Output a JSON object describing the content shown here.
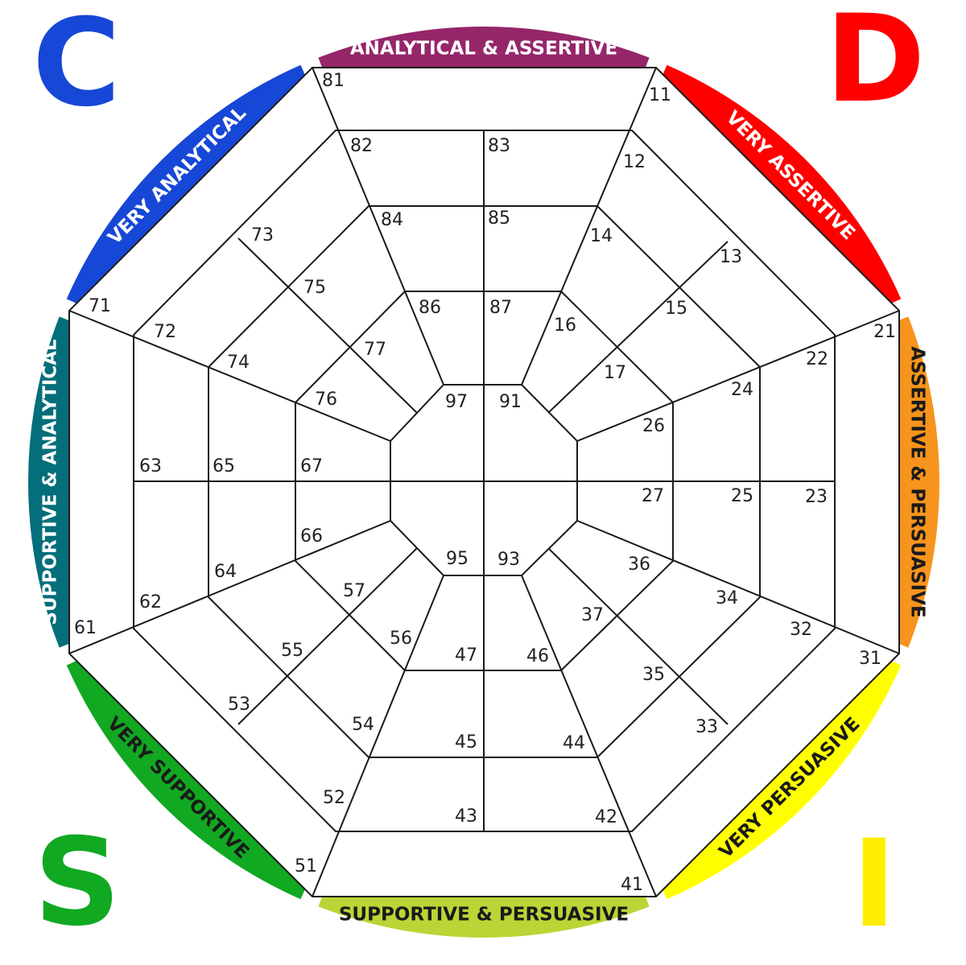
{
  "corners": {
    "c": {
      "letter": "C",
      "color": "#1747d6"
    },
    "d": {
      "letter": "D",
      "color": "#ff0000"
    },
    "s": {
      "letter": "S",
      "color": "#11a822"
    },
    "i": {
      "letter": "I",
      "color": "#ffee00"
    }
  },
  "segments": [
    {
      "id": "analytical-assertive",
      "label": "ANALYTICAL & ASSERTIVE",
      "color": "#95266a",
      "text_color": "#ffffff"
    },
    {
      "id": "very-assertive",
      "label": "VERY ASSERTIVE",
      "color": "#ff0000",
      "text_color": "#ffffff"
    },
    {
      "id": "assertive-persuasive",
      "label": "ASSERTIVE & PERSUASIVE",
      "color": "#f7941d",
      "text_color": "#1a1a1a"
    },
    {
      "id": "very-persuasive",
      "label": "VERY PERSUASIVE",
      "color": "#ffff00",
      "text_color": "#1a1a1a"
    },
    {
      "id": "supportive-persuasive",
      "label": "SUPPORTIVE & PERSUASIVE",
      "color": "#bcd435",
      "text_color": "#1a1a1a"
    },
    {
      "id": "very-supportive",
      "label": "VERY SUPPORTIVE",
      "color": "#11a822",
      "text_color": "#1a1a1a"
    },
    {
      "id": "supportive-analytical",
      "label": "SUPPORTIVE & ANALYTICAL",
      "color": "#046e7a",
      "text_color": "#ffffff"
    },
    {
      "id": "very-analytical",
      "label": "VERY ANALYTICAL",
      "color": "#1747d6",
      "text_color": "#ffffff"
    }
  ],
  "cells": [
    "81",
    "11",
    "82",
    "83",
    "12",
    "73",
    "84",
    "85",
    "14",
    "13",
    "75",
    "86",
    "87",
    "16",
    "15",
    "71",
    "72",
    "77",
    "17",
    "21",
    "74",
    "22",
    "76",
    "97",
    "91",
    "24",
    "26",
    "63",
    "65",
    "67",
    "27",
    "25",
    "23",
    "66",
    "95",
    "93",
    "36",
    "64",
    "34",
    "57",
    "37",
    "62",
    "32",
    "61",
    "56",
    "47",
    "46",
    "31",
    "55",
    "35",
    "53",
    "33",
    "54",
    "45",
    "44",
    "52",
    "43",
    "42",
    "51",
    "41"
  ]
}
